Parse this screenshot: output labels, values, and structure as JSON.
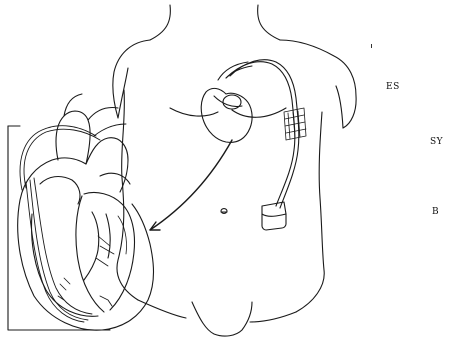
{
  "figure": {
    "labels": {
      "es": "ES",
      "sy": "SY",
      "b": "B"
    },
    "colors": {
      "ink": "#1a1a1a",
      "background": "#ffffff"
    }
  }
}
